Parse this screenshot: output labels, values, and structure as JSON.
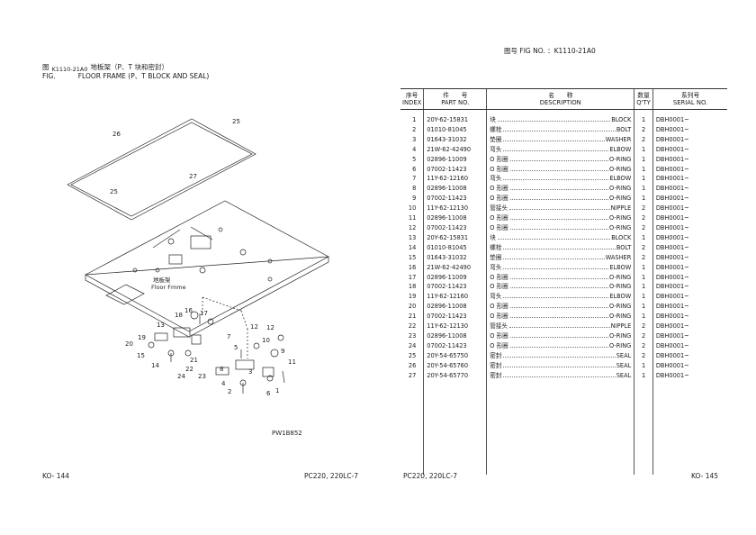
{
  "left_page": {
    "fig_prefix_cn": "图",
    "fig_prefix_en": "FIG.",
    "fig_number": "K1110-21A0",
    "title_cn": "地板架（P、T 块和密封）",
    "title_en": "FLOOR FRAME (P、T BLOCK AND SEAL)",
    "diagram": {
      "frame_label_cn": "地板架",
      "frame_label_en": "Floor Fmme",
      "drawing_code": "PW1B852",
      "callouts": [
        "25",
        "26",
        "27",
        "25",
        "13",
        "16",
        "17",
        "18",
        "19",
        "20",
        "15",
        "14",
        "22",
        "21",
        "24",
        "23",
        "7",
        "8",
        "5",
        "12",
        "12",
        "10",
        "9",
        "11",
        "3",
        "4",
        "2",
        "6",
        "1"
      ]
    },
    "page_number": "KO- 144",
    "model": "PC220, 220LC-7"
  },
  "right_page": {
    "fig_no_label": "图号 FIG NO.  ：K1110-21A0",
    "columns": {
      "index": [
        "序号",
        "INDEX"
      ],
      "part_no": [
        "件　　号",
        "PART NO."
      ],
      "description": [
        "名　　称",
        "DESCRIPTION"
      ],
      "qty": [
        "数量",
        "Q'TY"
      ],
      "serial": [
        "系列号",
        "SERIAL NO."
      ]
    },
    "rows": [
      {
        "index": "1",
        "part_no": "20Y-62-15831",
        "desc_cn": "块",
        "desc_en": "BLOCK",
        "qty": "1",
        "serial": "DBH0001~"
      },
      {
        "index": "2",
        "part_no": "01010-81045",
        "desc_cn": "螺栓",
        "desc_en": "BOLT",
        "qty": "2",
        "serial": "DBH0001~"
      },
      {
        "index": "3",
        "part_no": "01643-31032",
        "desc_cn": "垫圈",
        "desc_en": "WASHER",
        "qty": "2",
        "serial": "DBH0001~"
      },
      {
        "index": "4",
        "part_no": "21W-62-42490",
        "desc_cn": "弯头",
        "desc_en": "ELBOW",
        "qty": "1",
        "serial": "DBH0001~"
      },
      {
        "index": "5",
        "part_no": "02896-11009",
        "desc_cn": "O 形圈",
        "desc_en": "O-RING",
        "qty": "1",
        "serial": "DBH0001~"
      },
      {
        "index": "6",
        "part_no": "07002-11423",
        "desc_cn": "O 形圈",
        "desc_en": "O-RING",
        "qty": "1",
        "serial": "DBH0001~"
      },
      {
        "index": "7",
        "part_no": "11Y-62-12160",
        "desc_cn": "弯头",
        "desc_en": "ELBOW",
        "qty": "1",
        "serial": "DBH0001~"
      },
      {
        "index": "8",
        "part_no": "02896-11008",
        "desc_cn": "O 形圈",
        "desc_en": "O-RING",
        "qty": "1",
        "serial": "DBH0001~"
      },
      {
        "index": "9",
        "part_no": "07002-11423",
        "desc_cn": "O 形圈",
        "desc_en": "O-RING",
        "qty": "1",
        "serial": "DBH0001~"
      },
      {
        "index": "10",
        "part_no": "11Y-62-12130",
        "desc_cn": "管接头",
        "desc_en": "NIPPLE",
        "qty": "2",
        "serial": "DBH0001~"
      },
      {
        "index": "11",
        "part_no": "02896-11008",
        "desc_cn": "O 形圈",
        "desc_en": "O-RING",
        "qty": "2",
        "serial": "DBH0001~"
      },
      {
        "index": "12",
        "part_no": "07002-11423",
        "desc_cn": "O 形圈",
        "desc_en": "O-RING",
        "qty": "2",
        "serial": "DBH0001~"
      },
      {
        "index": "13",
        "part_no": "20Y-62-15831",
        "desc_cn": "块",
        "desc_en": "BLOCK",
        "qty": "1",
        "serial": "DBH0001~"
      },
      {
        "index": "14",
        "part_no": "01010-81045",
        "desc_cn": "螺栓",
        "desc_en": "BOLT",
        "qty": "2",
        "serial": "DBH0001~"
      },
      {
        "index": "15",
        "part_no": "01643-31032",
        "desc_cn": "垫圈",
        "desc_en": "WASHER",
        "qty": "2",
        "serial": "DBH0001~"
      },
      {
        "index": "16",
        "part_no": "21W-62-42490",
        "desc_cn": "弯头",
        "desc_en": "ELBOW",
        "qty": "1",
        "serial": "DBH0001~"
      },
      {
        "index": "17",
        "part_no": "02896-11009",
        "desc_cn": "O 形圈",
        "desc_en": "O-RING",
        "qty": "1",
        "serial": "DBH0001~"
      },
      {
        "index": "18",
        "part_no": "07002-11423",
        "desc_cn": "O 形圈",
        "desc_en": "O-RING",
        "qty": "1",
        "serial": "DBH0001~"
      },
      {
        "index": "19",
        "part_no": "11Y-62-12160",
        "desc_cn": "弯头",
        "desc_en": "ELBOW",
        "qty": "1",
        "serial": "DBH0001~"
      },
      {
        "index": "20",
        "part_no": "02896-11008",
        "desc_cn": "O 形圈",
        "desc_en": "O-RING",
        "qty": "1",
        "serial": "DBH0001~"
      },
      {
        "index": "21",
        "part_no": "07002-11423",
        "desc_cn": "O 形圈",
        "desc_en": "O-RING",
        "qty": "1",
        "serial": "DBH0001~"
      },
      {
        "index": "22",
        "part_no": "11Y-62-12130",
        "desc_cn": "管接头",
        "desc_en": "NIPPLE",
        "qty": "2",
        "serial": "DBH0001~"
      },
      {
        "index": "23",
        "part_no": "02896-11008",
        "desc_cn": "O 形圈",
        "desc_en": "O-RING",
        "qty": "2",
        "serial": "DBH0001~"
      },
      {
        "index": "24",
        "part_no": "07002-11423",
        "desc_cn": "O 形圈",
        "desc_en": "O-RING",
        "qty": "2",
        "serial": "DBH0001~"
      },
      {
        "index": "25",
        "part_no": "20Y-54-65750",
        "desc_cn": "密封",
        "desc_en": "SEAL",
        "qty": "2",
        "serial": "DBH0001~"
      },
      {
        "index": "26",
        "part_no": "20Y-54-65760",
        "desc_cn": "密封",
        "desc_en": "SEAL",
        "qty": "1",
        "serial": "DBH0001~"
      },
      {
        "index": "27",
        "part_no": "20Y-54-65770",
        "desc_cn": "密封",
        "desc_en": "SEAL",
        "qty": "1",
        "serial": "DBH0001~"
      }
    ],
    "model": "PC220, 220LC-7",
    "page_number": "KO- 145"
  }
}
